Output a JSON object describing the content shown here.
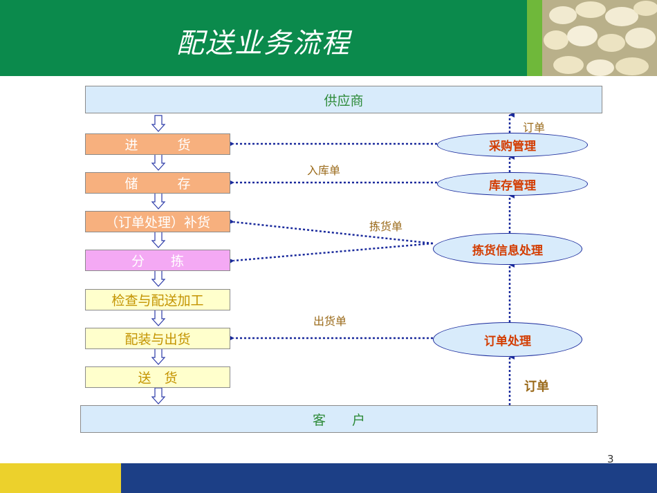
{
  "slide": {
    "title": "配送业务流程",
    "page_number": "3"
  },
  "colors": {
    "header_green": "#0b8a4c",
    "accent_green": "#6fb83a",
    "arrow_blue": "#1a2a9c",
    "footer_yellow": "#ecd12c",
    "footer_blue": "#1c3f86"
  },
  "diagram": {
    "top_box": "供应商",
    "bottom_box": "客　　户",
    "steps": [
      "进　　　货",
      "储　　　存",
      "（订单处理）补货",
      "分　　拣",
      "检查与配送加工",
      "配装与出货",
      "送　货"
    ],
    "ellipses": [
      "采购管理",
      "库存管理",
      "拣货信息处理",
      "订单处理"
    ],
    "labels": {
      "order_top": "订单",
      "receipt": "入库单",
      "picking_list": "拣货单",
      "shipping_list": "出货单",
      "order_bottom": "订单"
    }
  }
}
